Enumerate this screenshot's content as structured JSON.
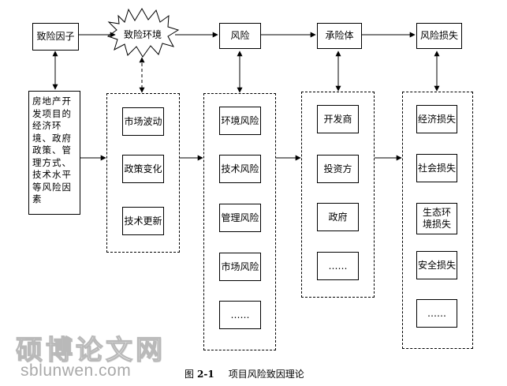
{
  "nodes": {
    "factor": "致险因子",
    "environment": "致险环境",
    "risk": "风险",
    "bearer": "承险体",
    "loss": "风险损失"
  },
  "factor_desc": "房地产开发项目的经济环境、政府政策、管理方式、技术水平等风险因素",
  "environment_items": [
    "市场波动",
    "政策变化",
    "技术更新"
  ],
  "risk_items": [
    "环境风险",
    "技术风险",
    "管理风险",
    "市场风险",
    "……"
  ],
  "bearer_items": [
    "开发商",
    "投资方",
    "政府",
    "……"
  ],
  "loss_items": [
    "经济损失",
    "社会损失",
    "生态环境损失",
    "安全损失",
    "……"
  ],
  "caption": {
    "prefix": "图",
    "number": "2-1",
    "title": "项目风险致因理论"
  },
  "watermark": {
    "cn": "硕博论文网",
    "url": "sblunwen.com"
  }
}
